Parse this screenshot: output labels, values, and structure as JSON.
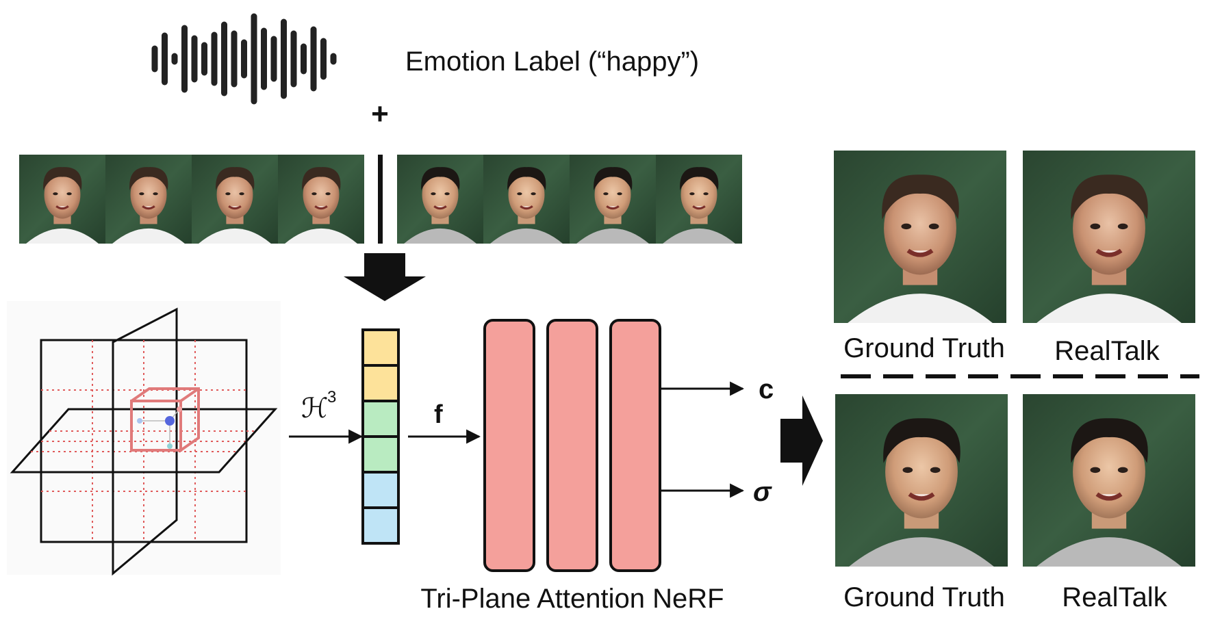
{
  "emotion": {
    "label": "Emotion Label (“happy”)",
    "plus": "+"
  },
  "encoder": {
    "hash_symbol": "ℋ",
    "hash_exponent": "3",
    "feature": "f"
  },
  "nerf": {
    "title": "Tri-Plane Attention NeRF",
    "output_color": "c",
    "output_density": "σ"
  },
  "results": {
    "top_left": "Ground Truth",
    "top_right": "RealTalk",
    "bottom_left": "Ground Truth",
    "bottom_right": "RealTalk"
  },
  "colors": {
    "mlp_fill": "#f4a09b",
    "feature_yellow": "#fde29a",
    "feature_green": "#b9ebc1",
    "feature_blue": "#bfe4f6",
    "photo_bg": "#2f4d36",
    "triplane_grid": "#e05a5a",
    "cube": "#e07a7a",
    "point": "#5566dd"
  },
  "icons": [
    "waveform-icon",
    "down-arrow-icon",
    "right-arrow-icon"
  ]
}
